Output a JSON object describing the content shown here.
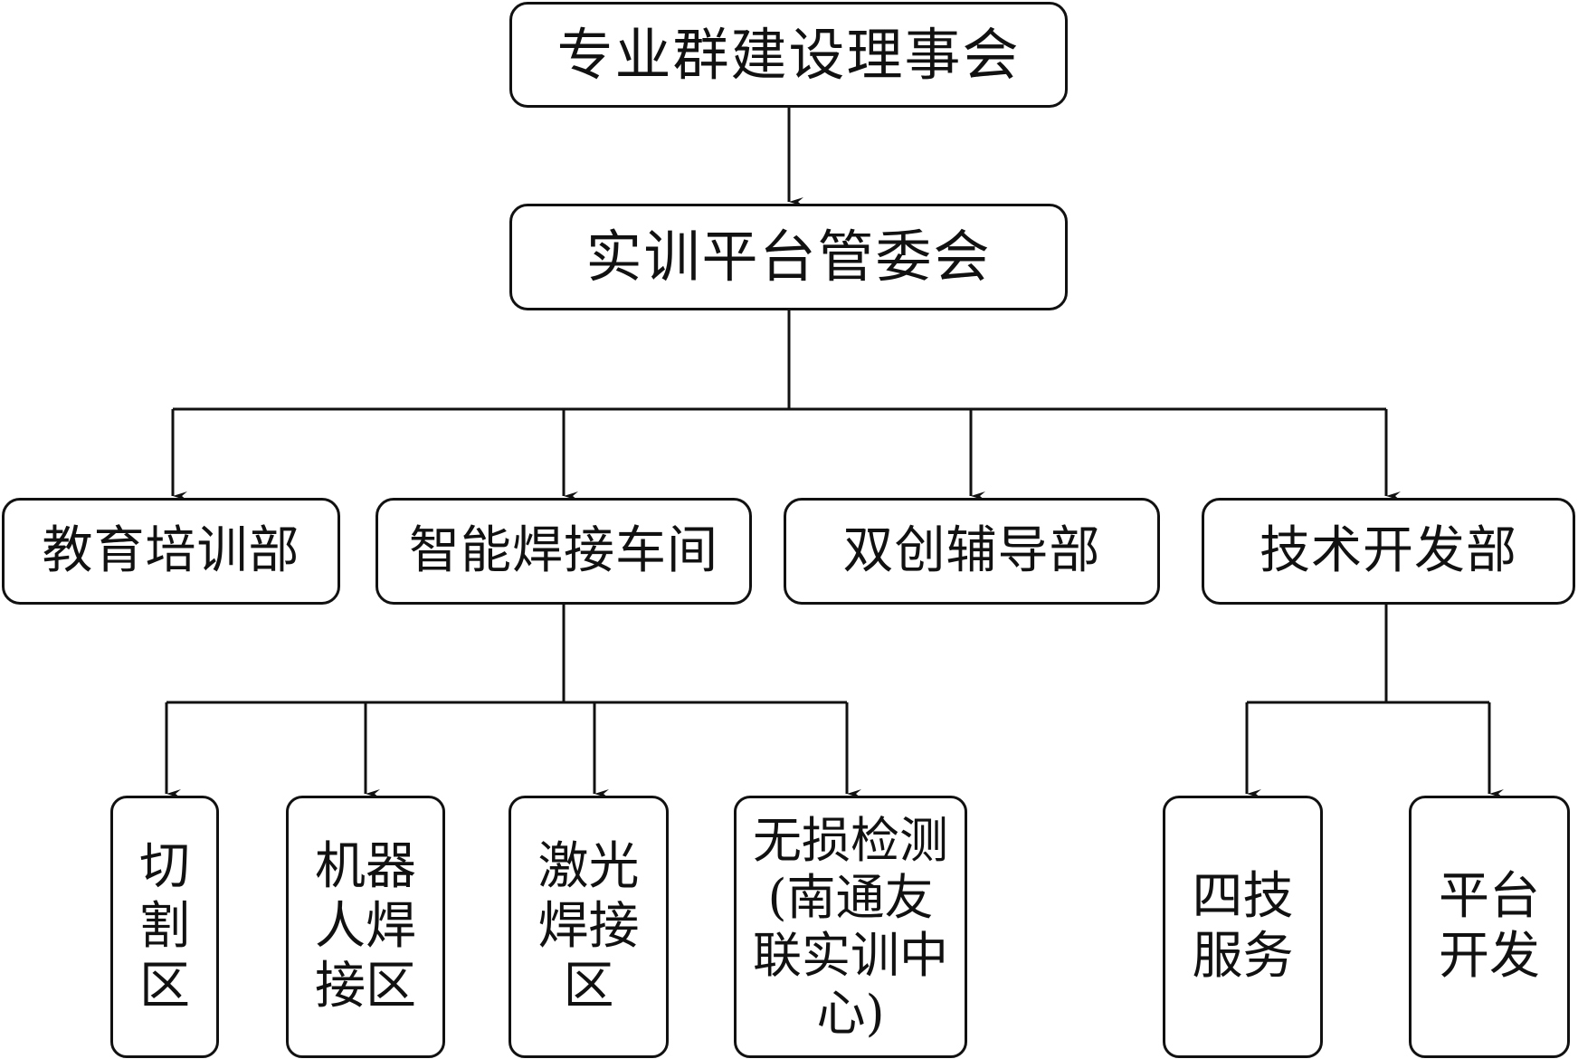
{
  "diagram": {
    "root": {
      "label": "专业群建设理事会"
    },
    "committee": {
      "label": "实训平台管委会"
    },
    "departments": [
      {
        "label": "教育培训部"
      },
      {
        "label": "智能焊接车间"
      },
      {
        "label": "双创辅导部"
      },
      {
        "label": "技术开发部"
      }
    ],
    "workshop_areas": [
      {
        "label": "切割区"
      },
      {
        "label": "机器人焊接区"
      },
      {
        "label": "激光焊接区"
      },
      {
        "label": "无损检测(南通友联实训中心)"
      }
    ],
    "tech_units": [
      {
        "label": "四技服务"
      },
      {
        "label": "平台开发"
      }
    ]
  }
}
